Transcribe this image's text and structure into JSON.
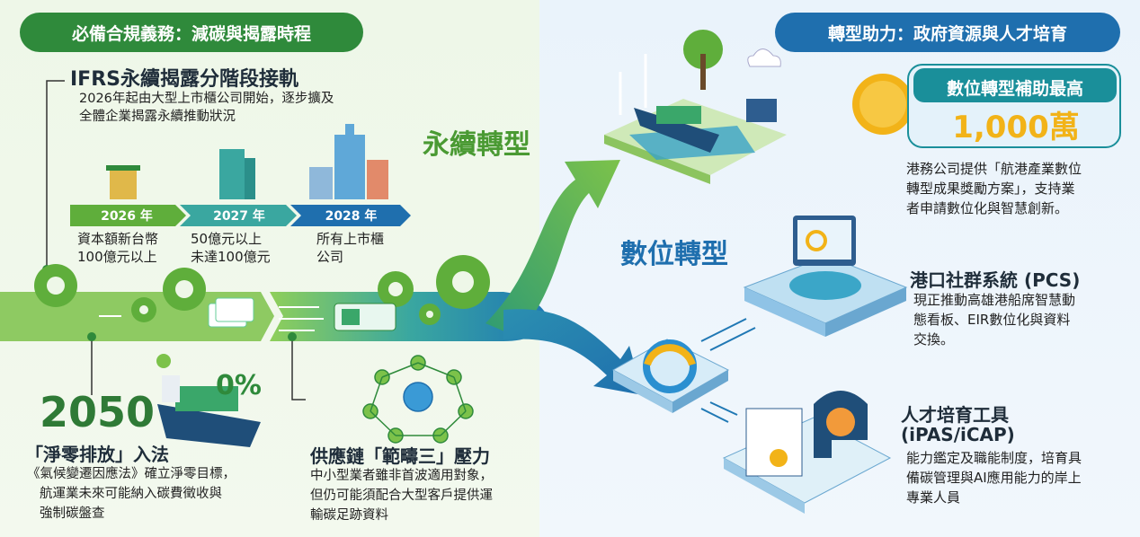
{
  "left_header": "必備合規義務：減碳與揭露時程",
  "right_header": "轉型助力：政府資源與人才培育",
  "ifrs": {
    "title": "IFRS永續揭露分階段接軌",
    "desc_line1": "2026年起由大型上市櫃公司開始，逐步擴及",
    "desc_line2": "全體企業揭露永續推動狀況"
  },
  "timeline": [
    {
      "year": "2026 年",
      "line1": "資本額新台幣",
      "line2": "100億元以上"
    },
    {
      "year": "2027 年",
      "line1": "50億元以上",
      "line2": "未達100億元"
    },
    {
      "year": "2028 年",
      "line1": "所有上市櫃",
      "line2": "公司"
    }
  ],
  "labels": {
    "sustainable": "永續轉型",
    "digital": "數位轉型",
    "zero_pct": "0%"
  },
  "netzero": {
    "year": "2050",
    "title": "「淨零排放」入法",
    "line1": "《氣候變遷因應法》確立淨零目標，",
    "line2": "航運業未來可能納入碳費徵收與",
    "line3": "強制碳盤查"
  },
  "supply": {
    "title": "供應鏈「範疇三」壓力",
    "line1": "中小型業者雖非首波適用對象，",
    "line2": "但仍可能須配合大型客戶提供運",
    "line3": "輸碳足跡資料"
  },
  "subsidy": {
    "title": "數位轉型補助最高",
    "amount": "1,000萬",
    "line1": "港務公司提供「航港產業數位",
    "line2": "轉型成果獎勵方案」，支持業",
    "line3": "者申請數位化與智慧創新。"
  },
  "pcs": {
    "title": "港口社群系統 (PCS)",
    "line1": "現正推動高雄港船席智慧動",
    "line2": "態看板、EIR數位化與資料",
    "line3": "交換。"
  },
  "talent": {
    "title1": "人才培育工具",
    "title2": "(iPAS/iCAP)",
    "line1": "能力鑑定及職能制度，培育具",
    "line2": "備碳管理與AI應用能力的岸上",
    "line3": "專業人員"
  },
  "colors": {
    "green_dark": "#2f8a3b",
    "green_light": "#7cc24a",
    "blue_dark": "#1f6fae",
    "teal": "#1a8f9a",
    "gold": "#f2b318"
  }
}
